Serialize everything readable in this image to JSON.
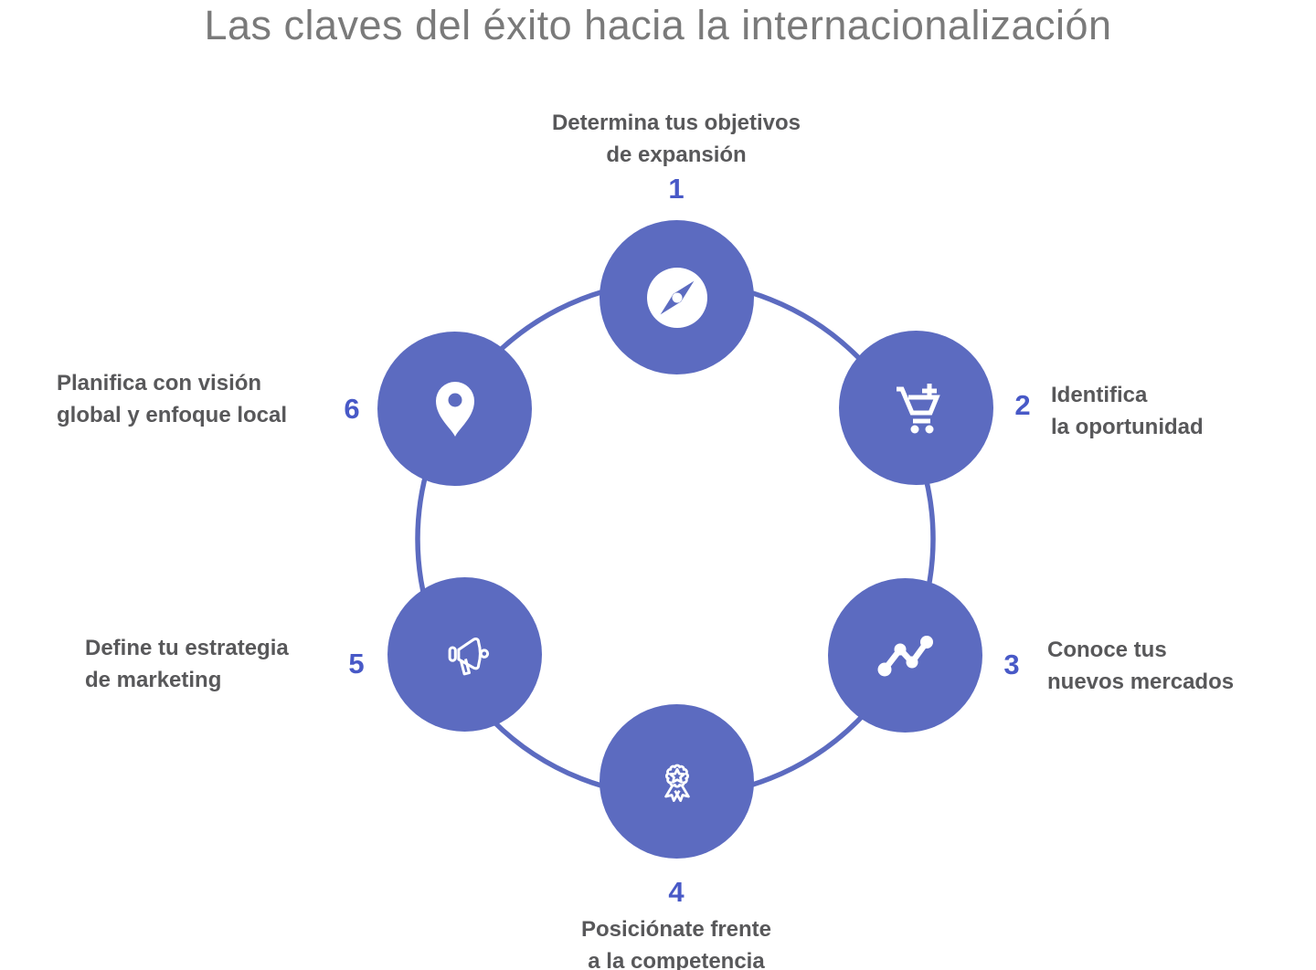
{
  "title": "Las claves del éxito hacia la internacionalización",
  "colors": {
    "node_fill": "#5c6bc0",
    "ring_stroke": "#5c6bc0",
    "number_text": "#4859c7",
    "label_text": "#58585a",
    "title_text": "#7a7a7a"
  },
  "nodes": [
    {
      "number": "1",
      "icon": "compass-icon",
      "lines": [
        "Determina tus objetivos",
        "de expansión"
      ]
    },
    {
      "number": "2",
      "icon": "add-cart-icon",
      "lines": [
        "Identifica",
        "la oportunidad"
      ]
    },
    {
      "number": "3",
      "icon": "trend-chart-icon",
      "lines": [
        "Conoce tus",
        "nuevos mercados"
      ]
    },
    {
      "number": "4",
      "icon": "award-ribbon-icon",
      "lines": [
        "Posiciónate frente",
        "a la competencia"
      ]
    },
    {
      "number": "5",
      "icon": "megaphone-icon",
      "lines": [
        "Define tu estrategia",
        "de marketing"
      ]
    },
    {
      "number": "6",
      "icon": "location-pin-icon",
      "lines": [
        "Planifica con visión",
        "global y enfoque local"
      ]
    }
  ]
}
